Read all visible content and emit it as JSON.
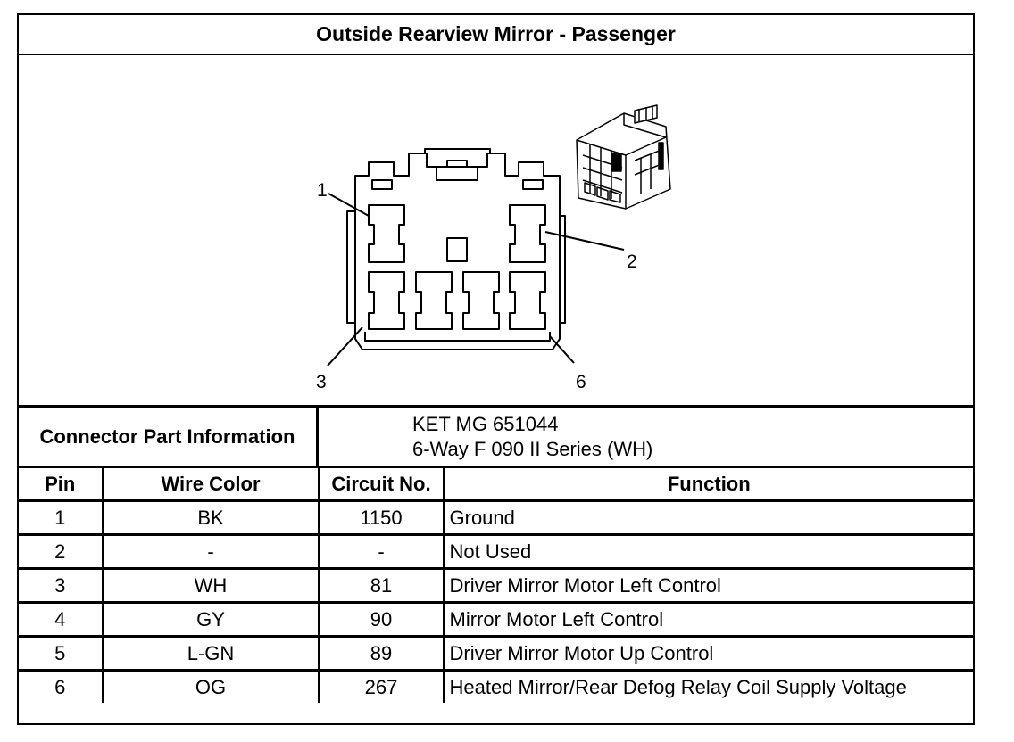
{
  "title": "Outside Rearview Mirror - Passenger",
  "connector_figure": {
    "pin_callouts": [
      "1",
      "2",
      "3",
      "6"
    ]
  },
  "connector_info": {
    "label": "Connector Part Information",
    "part_number": "KET MG 651044",
    "description": "6-Way F 090 II Series (WH)"
  },
  "pin_table": {
    "headers": [
      "Pin",
      "Wire Color",
      "Circuit No.",
      "Function"
    ],
    "rows": [
      {
        "pin": "1",
        "wire_color": "BK",
        "circuit": "1150",
        "function": "Ground"
      },
      {
        "pin": "2",
        "wire_color": "-",
        "circuit": "-",
        "function": "Not Used"
      },
      {
        "pin": "3",
        "wire_color": "WH",
        "circuit": "81",
        "function": "Driver Mirror Motor Left Control"
      },
      {
        "pin": "4",
        "wire_color": "GY",
        "circuit": "90",
        "function": "Mirror Motor Left Control"
      },
      {
        "pin": "5",
        "wire_color": "L-GN",
        "circuit": "89",
        "function": "Driver Mirror Motor Up Control"
      },
      {
        "pin": "6",
        "wire_color": "OG",
        "circuit": "267",
        "function": "Heated Mirror/Rear Defog Relay Coil Supply Voltage"
      }
    ]
  }
}
